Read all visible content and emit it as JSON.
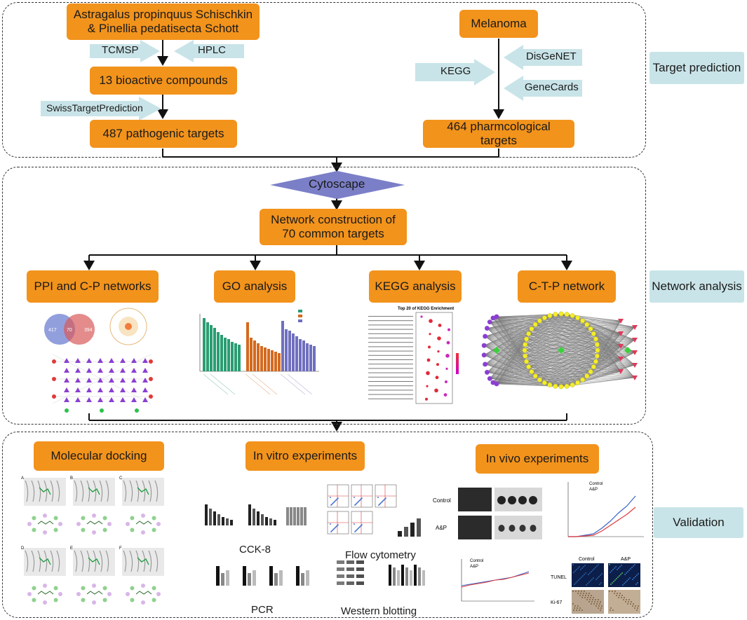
{
  "section1": {
    "herb_box": [
      "Astragalus propinquus Schischkin",
      "& Pinellia pedatisecta Schott"
    ],
    "tcmsp": "TCMSP",
    "hplc": "HPLC",
    "compounds": "13  bioactive compounds",
    "swiss": "SwissTargetPrediction",
    "pathogenic": "487 pathogenic targets",
    "melanoma": "Melanoma",
    "disgenet": "DisGeNET",
    "kegg_db": "KEGG",
    "genecards": "GeneCards",
    "pharm": "464 pharmcological targets",
    "label": "Target prediction"
  },
  "section2": {
    "cytoscape": "Cytoscape",
    "network": [
      "Network construction of",
      "70 common targets"
    ],
    "ppi": "PPI and C-P networks",
    "go": "GO analysis",
    "kegg": "KEGG analysis",
    "ctp": "C-T-P network",
    "label": "Network analysis",
    "venn": {
      "left": "417",
      "mid": "70",
      "right": "394"
    },
    "kegg_chart_title": "Top 20 of KEGG Enrichment"
  },
  "section3": {
    "docking": "Molecular docking",
    "invitro": "In vitro experiments",
    "invivo": "In vivo experiments",
    "cck8": "CCK-8",
    "flow": "Flow cytometry",
    "pcr": "PCR",
    "western": "Western blotting",
    "label": "Validation",
    "control": "Control",
    "ap": "A&P",
    "tunel": "TUNEL",
    "ki67": "Ki-67",
    "panel_letters": [
      "A",
      "B",
      "C",
      "D",
      "E",
      "F"
    ]
  },
  "colors": {
    "orange": "#f2931c",
    "teal": "#c9e4e8",
    "cytoscape": "#7b7fc7",
    "go_bp": "#2a9d72",
    "go_cc": "#d46a1f",
    "go_mf": "#6f6fbf"
  }
}
